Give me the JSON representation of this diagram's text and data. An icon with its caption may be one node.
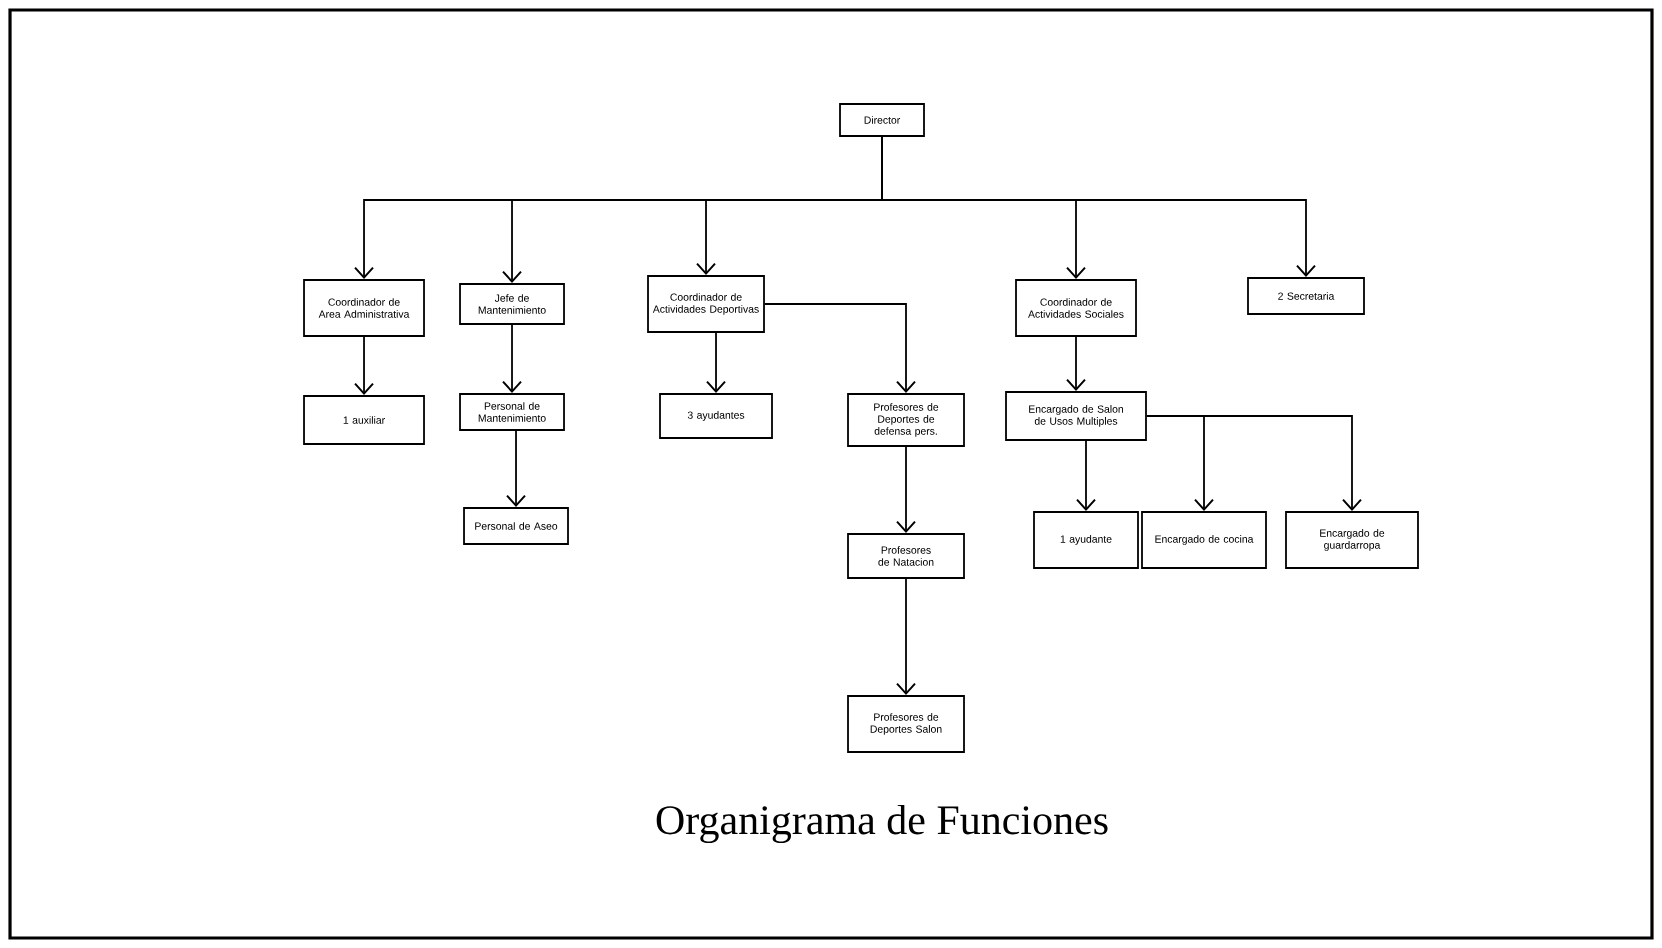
{
  "diagram": {
    "title": "Organigrama de Funciones",
    "nodes": [
      {
        "text": [
          "Director"
        ]
      },
      {
        "text": [
          "Coordinador de Area Administrativa"
        ]
      },
      {
        "text": [
          "Jefe de Mantenimiento"
        ]
      },
      {
        "text": [
          "Coordinador de Actividades Deportivas"
        ]
      },
      {
        "text": [
          "Coordinador de Actividades Sociales"
        ]
      },
      {
        "text": [
          "2 Secretaria"
        ]
      },
      {
        "text": [
          "1 auxiliar"
        ]
      },
      {
        "text": [
          "Personal de Mantenimiento"
        ]
      },
      {
        "text": [
          "3 ayudantes"
        ]
      },
      {
        "text": [
          "Profesores de Deportes de defensa pers."
        ]
      },
      {
        "text": [
          "Encargado de Salon de Usos Multiples"
        ]
      },
      {
        "text": [
          "Personal de Aseo"
        ]
      },
      {
        "text": [
          "1 ayudante"
        ]
      },
      {
        "text": [
          "Encargado de cocina"
        ]
      },
      {
        "text": [
          "Encargado de guardarropa"
        ]
      },
      {
        "text": [
          "Profesores de Natacion"
        ]
      },
      {
        "text": [
          "Profesores de Deportes Salon"
        ]
      }
    ],
    "edges": [
      {
        "from": 0,
        "to": 1,
        "arrow": "to"
      },
      {
        "from": 0,
        "to": 2,
        "arrow": "to"
      },
      {
        "from": 0,
        "to": 3,
        "arrow": "to"
      },
      {
        "from": 0,
        "to": 4,
        "arrow": "to"
      },
      {
        "from": 0,
        "to": 5,
        "arrow": "to"
      },
      {
        "from": 1,
        "to": 6,
        "arrow": "to"
      },
      {
        "from": 2,
        "to": 7,
        "arrow": "to"
      },
      {
        "from": 7,
        "to": 11,
        "arrow": "to"
      },
      {
        "from": 3,
        "to": 8,
        "arrow": "to"
      },
      {
        "from": 3,
        "to": 9,
        "arrow": "to"
      },
      {
        "from": 9,
        "to": 15,
        "arrow": "to"
      },
      {
        "from": 15,
        "to": 16,
        "arrow": "to"
      },
      {
        "from": 4,
        "to": 10,
        "arrow": "to"
      },
      {
        "from": 10,
        "to": 12,
        "arrow": "to"
      },
      {
        "from": 10,
        "to": 13,
        "arrow": "to"
      },
      {
        "from": 10,
        "to": 14,
        "arrow": "to"
      }
    ]
  }
}
